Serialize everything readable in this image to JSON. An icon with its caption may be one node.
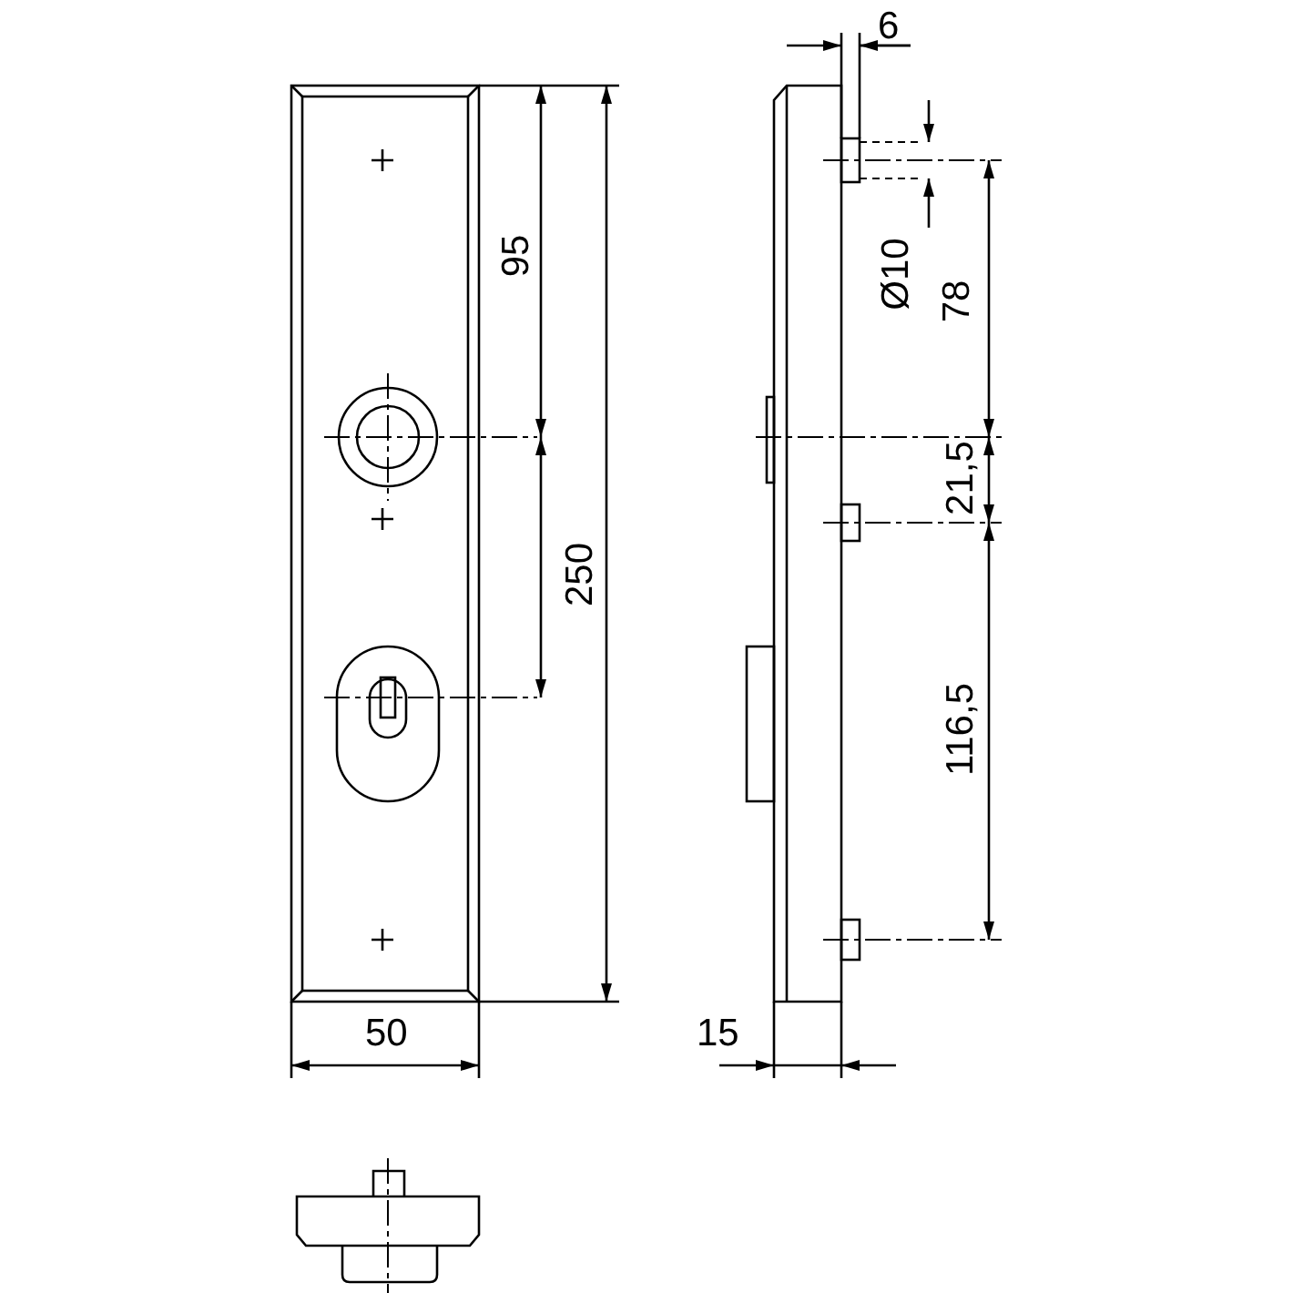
{
  "diagram": {
    "labels": [
      "6",
      "95",
      "Ø10",
      "78",
      "250",
      "21,5",
      "116,5",
      "50",
      "15"
    ]
  }
}
